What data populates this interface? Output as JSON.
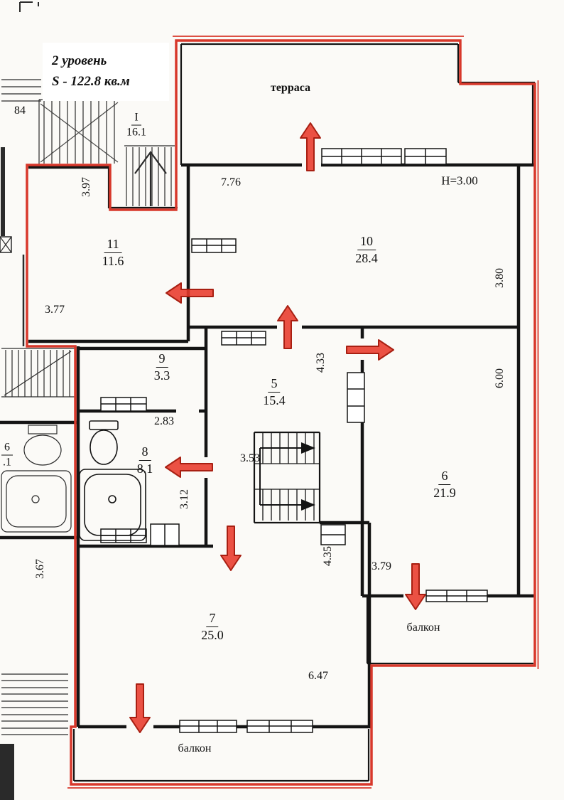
{
  "title": {
    "line1": "2 уровень",
    "line2": "S - 122.8 кв.м"
  },
  "labels": {
    "terrace": "терраса",
    "balcony_right": "балкон",
    "balcony_bottom": "балкон",
    "ceiling_height": "H=3.00"
  },
  "rooms": [
    {
      "number": "11",
      "area": "11.6"
    },
    {
      "number": "10",
      "area": "28.4"
    },
    {
      "number": "9",
      "area": "3.3"
    },
    {
      "number": "5",
      "area": "15.4"
    },
    {
      "number": "8",
      "area": "8.1"
    },
    {
      "number": "6",
      "area": "21.9"
    },
    {
      "number": "7",
      "area": "25.0"
    }
  ],
  "dimensions": {
    "d397": "3.97",
    "d776": "7.76",
    "d380": "3.80",
    "d377": "3.77",
    "d433": "4.33",
    "d600": "6.00",
    "d283": "2.83",
    "d353": "3.53",
    "d312": "3.12",
    "d435": "4.35",
    "d379": "3.79",
    "d367": "3.67",
    "d647": "6.47"
  },
  "adjacent": {
    "left_top_number": "84",
    "stair_room_number": "I",
    "stair_room_area": "16.1",
    "left_mid_number": "6",
    "left_mid_area": ".1"
  },
  "colors": {
    "boundary_red": "#d8382b",
    "wall_black": "#141414",
    "arrow_red": "#e8392b"
  }
}
